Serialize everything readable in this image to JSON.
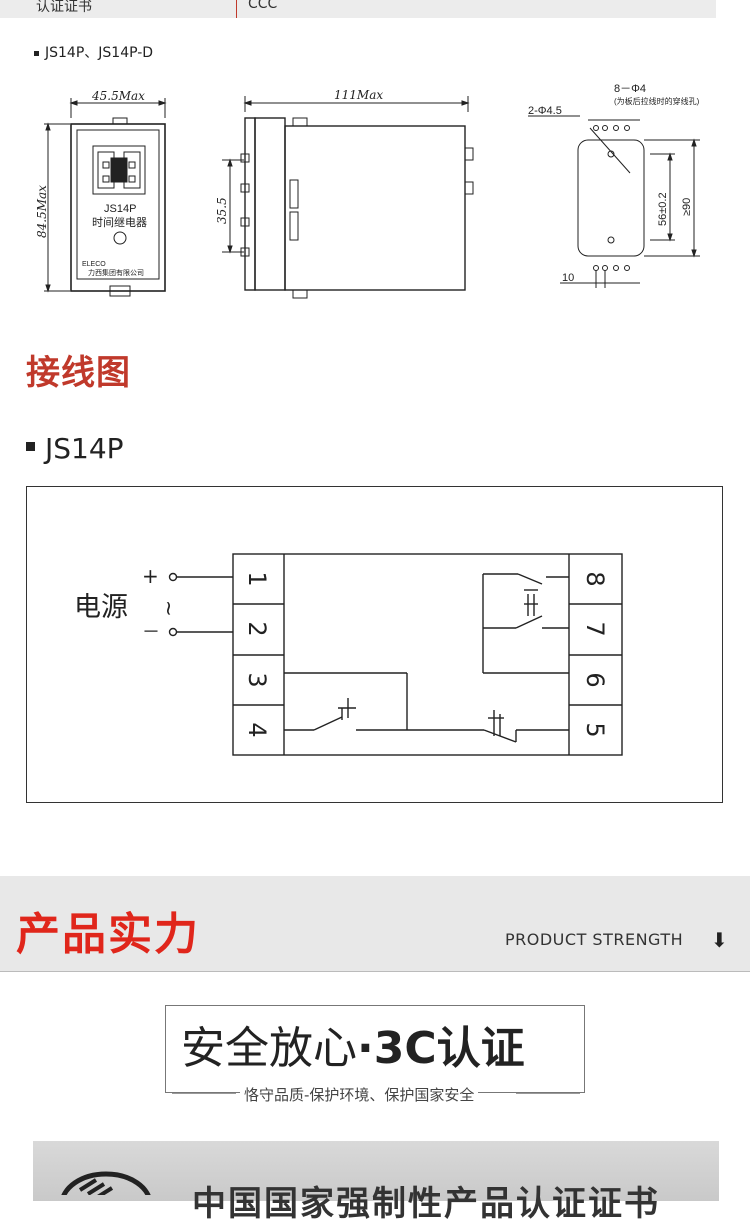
{
  "certification": {
    "label": "认证证书",
    "value": "CCC"
  },
  "dimensions": {
    "models_label": "JS14P、JS14P-D",
    "front_width": "45.5Max",
    "front_height": "84.5Max",
    "side_length": "111Max",
    "side_inner": "35.5",
    "hole_count": "8－Φ4",
    "hole_note": "(为板后拉线时的穿线孔)",
    "mount_holes": "2-Φ4.5",
    "pitch": "56±0.2",
    "min_height": "≥90",
    "spacing": "10",
    "relay_model": "JS14P",
    "relay_name": "时间继电器",
    "relay_brand": "ELECO",
    "relay_company": "力西集团有限公司"
  },
  "wiring": {
    "section_title": "接线图",
    "model": "JS14P",
    "power_label": "电源",
    "plus": "+",
    "minus": "－",
    "ac": "~",
    "terminals_left": [
      "1",
      "2",
      "3",
      "4"
    ],
    "terminals_right": [
      "8",
      "7",
      "6",
      "5"
    ]
  },
  "strength": {
    "title": "产品实力",
    "subtitle": "PRODUCT STRENGTH",
    "arrow": "⬇"
  },
  "assurance": {
    "main_left": "安全放心",
    "dot": "·",
    "main_right": "3C认证",
    "tagline": "恪守品质-保护环境、保护国家安全"
  },
  "certificate_card": {
    "partial_text": "中国国家强制性产品认证证书"
  }
}
